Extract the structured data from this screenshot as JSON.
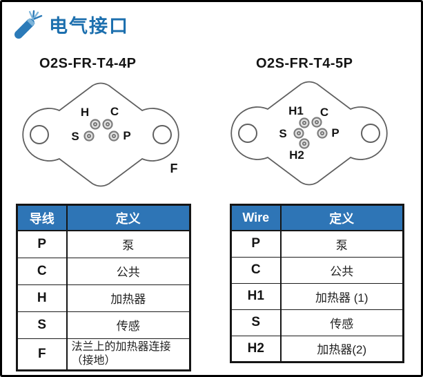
{
  "header": {
    "title": "电气接口"
  },
  "colors": {
    "accent_blue": "#1c6fae",
    "table_header_bg": "#2e75b6",
    "outline_gray": "#5f5f5f"
  },
  "left": {
    "model": "O2S-FR-T4-4P",
    "diagram": {
      "pins": {
        "h": "H",
        "c": "C",
        "s": "S",
        "p": "P"
      },
      "flange_label": "F"
    },
    "table": {
      "headers": {
        "wire": "导线",
        "definition": "定义"
      },
      "rows": [
        {
          "wire": "P",
          "definition": "泵"
        },
        {
          "wire": "C",
          "definition": "公共"
        },
        {
          "wire": "H",
          "definition": "加热器"
        },
        {
          "wire": "S",
          "definition": "传感"
        },
        {
          "wire": "F",
          "definition": "法兰上的加热器连接\n（接地）"
        }
      ]
    }
  },
  "right": {
    "model": "O2S-FR-T4-5P",
    "diagram": {
      "pins": {
        "h1": "H1",
        "c": "C",
        "s": "S",
        "p": "P",
        "h2": "H2"
      }
    },
    "table": {
      "headers": {
        "wire": "Wire",
        "definition": "定义"
      },
      "rows": [
        {
          "wire": "P",
          "definition": "泵"
        },
        {
          "wire": "C",
          "definition": "公共"
        },
        {
          "wire": "H1",
          "definition": "加热器 (1)"
        },
        {
          "wire": "S",
          "definition": "传感"
        },
        {
          "wire": "H2",
          "definition": "加热器(2)"
        }
      ]
    }
  }
}
